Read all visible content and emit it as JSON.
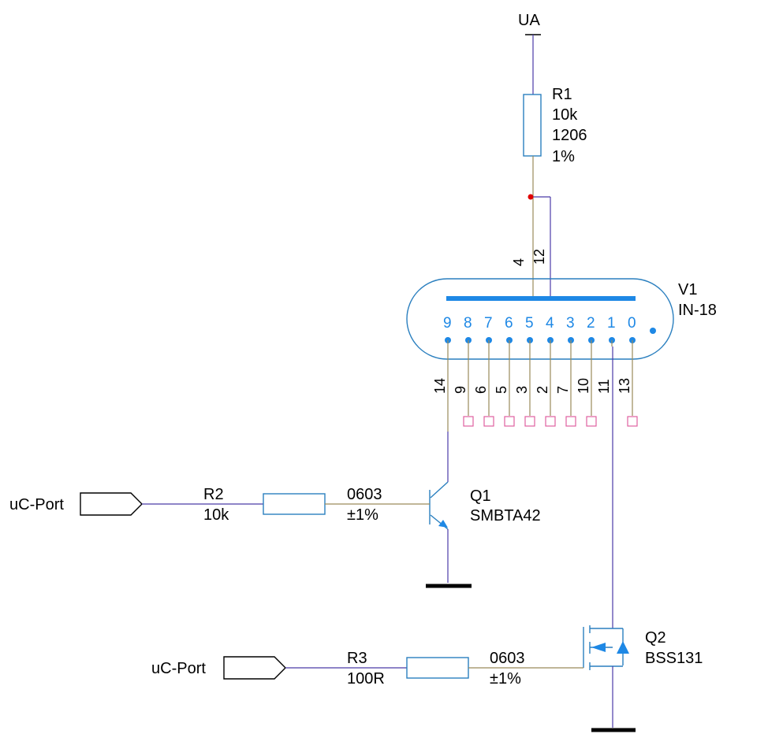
{
  "supply": {
    "label": "UA"
  },
  "r1": {
    "ref": "R1",
    "value": "10k",
    "package": "1206",
    "tolerance": "1%"
  },
  "v1": {
    "ref": "V1",
    "part": "IN-18",
    "anode_pins": [
      "4",
      "12"
    ],
    "digits": [
      "9",
      "8",
      "7",
      "6",
      "5",
      "4",
      "3",
      "2",
      "1",
      "0"
    ],
    "cathode_pins": [
      "14",
      "9",
      "6",
      "5",
      "3",
      "2",
      "7",
      "10",
      "11",
      "13"
    ]
  },
  "q1": {
    "ref": "Q1",
    "part": "SMBTA42"
  },
  "r2": {
    "ref": "R2",
    "value": "10k",
    "package": "0603",
    "tolerance": "±1%"
  },
  "port1": {
    "label": "uC-Port"
  },
  "q2": {
    "ref": "Q2",
    "part": "BSS131"
  },
  "r3": {
    "ref": "R3",
    "value": "100R",
    "package": "0603",
    "tolerance": "±1%"
  },
  "port2": {
    "label": "uC-Port"
  },
  "colors": {
    "wire": "#4b3aa8",
    "tube": "#1e88e5",
    "junction": "#e00000",
    "pad": "#e060a0"
  }
}
